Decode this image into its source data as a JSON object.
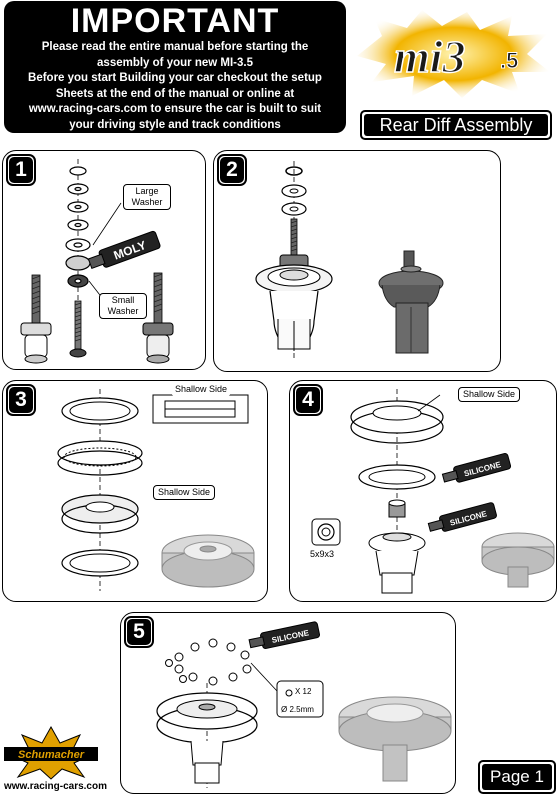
{
  "header": {
    "heading": "IMPORTANT",
    "lines": [
      "Please read the entire manual before starting the",
      "assembly of your new MI-3.5",
      "Before you start Building your car checkout the setup",
      "Sheets at the end of the manual or online at",
      "www.racing-cars.com to ensure the car is built to suit",
      "your driving style and track conditions"
    ]
  },
  "logo": {
    "text": "mi3",
    "sub": ".5"
  },
  "section_title": "Rear Diff Assembly",
  "steps": {
    "s1": {
      "number": "1",
      "large_washer": [
        "Large",
        "Washer"
      ],
      "small_washer": [
        "Small",
        "Washer"
      ],
      "tube_label": "MOLY"
    },
    "s2": {
      "number": "2"
    },
    "s3": {
      "number": "3",
      "shallow_top": "Shallow Side",
      "shallow_mid": "Shallow Side"
    },
    "s4": {
      "number": "4",
      "shallow": "Shallow Side",
      "tube1": "SILICONE",
      "tube2": "SILICONE",
      "bearing": "5x9x3"
    },
    "s5": {
      "number": "5",
      "tube": "SILICONE",
      "balls_count": "X 12",
      "balls_size": "Ø 2.5mm"
    }
  },
  "brand": "Schumacher",
  "website": "www.racing-cars.com",
  "page": "Page 1",
  "colors": {
    "black": "#000000",
    "grey": "#8a8a8a",
    "light": "#d8d8d8",
    "gold": "#e0a000"
  }
}
